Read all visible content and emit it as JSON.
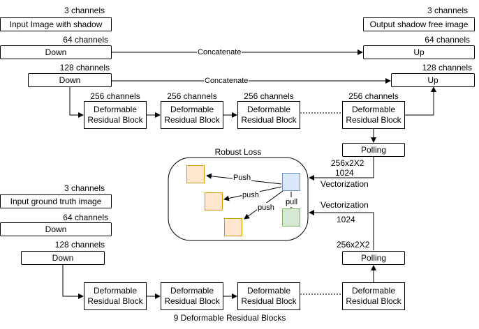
{
  "top": {
    "input_channels": "3 channels",
    "input_label": "Input Image with shadow",
    "down1_channels": "64 channels",
    "down1_label": "Down",
    "down2_channels": "128 channels",
    "down2_label": "Down",
    "output_channels": "3 channels",
    "output_label": "Output shadow free image",
    "up1_channels": "64 channels",
    "up1_label": "Up",
    "up2_channels": "128 channels",
    "up2_label": "Up",
    "concat1": "Concatenate",
    "concat2": "Concatenate",
    "block_channels": [
      "256 channels",
      "256 channels",
      "256 channels",
      "256 channels"
    ],
    "blocks": [
      "Deformable\nResidual Block",
      "Deformable\nResidual Block",
      "Deformable\nResidual Block",
      "Deformable\nResidual Block"
    ],
    "pooling": "Polling",
    "dims": "256x2X2",
    "vec_size": "1024",
    "vectorization": "Vectorization"
  },
  "loss": {
    "title": "Robust Loss",
    "push1": "Push",
    "push2": "push",
    "push3": "push",
    "pull": "pull",
    "colors": {
      "orange_fill": "#ffe6cc",
      "orange_stroke": "#d79b00",
      "blue_fill": "#dae8fc",
      "blue_stroke": "#6c8ebf",
      "green_fill": "#d5e8d4",
      "green_stroke": "#82b366"
    }
  },
  "bottom": {
    "input_channels": "3 channels",
    "input_label": "Input ground truth image",
    "down1_channels": "64 channels",
    "down1_label": "Down",
    "down2_channels": "128 channels",
    "down2_label": "Down",
    "blocks": [
      "Deformable\nResidual Block",
      "Deformable\nResidual Block",
      "Deformable\nResidual Block",
      "Deformable\nResidual Block"
    ],
    "blocks_caption": "9 Deformable Residual Blocks",
    "pooling": "Polling",
    "dims": "256x2X2",
    "vec_size": "1024",
    "vectorization": "Vectorization"
  }
}
